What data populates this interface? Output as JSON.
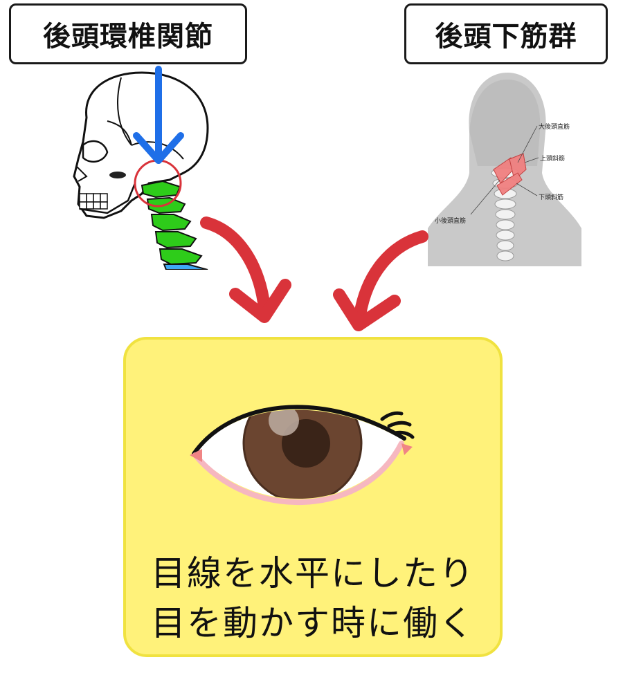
{
  "labels": {
    "left_title": "後頭環椎関節",
    "right_title": "後頭下筋群"
  },
  "muscle_figure": {
    "labels": [
      "大後頭直筋",
      "上頭斜筋",
      "下頭斜筋",
      "小後頭直筋"
    ]
  },
  "result": {
    "line1": "目線を水平にしたり",
    "line2": "目を動かす時に働く"
  },
  "colors": {
    "arrow_red": "#d9333a",
    "arrow_blue": "#1f6fe8",
    "vertebrae_green": "#2ecc1a",
    "result_bg": "#fff27a",
    "result_border": "#f0e240",
    "iris_brown": "#6b4530",
    "muscle_red": "#e84a4a"
  },
  "icons": {
    "skull": "skull-cervical-spine-illustration",
    "neck": "suboccipital-muscles-illustration",
    "eye": "eye-illustration"
  }
}
